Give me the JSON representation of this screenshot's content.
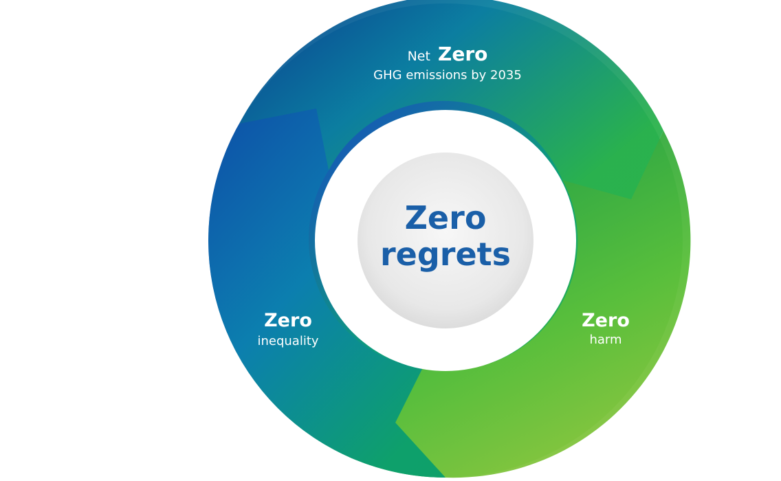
{
  "center": {
    "line1": "Zero",
    "line2": "regrets"
  },
  "segments": {
    "top": {
      "prefix": "Net",
      "title": "Zero",
      "subtitle": "GHG emissions by 2035"
    },
    "right": {
      "title": "Zero",
      "subtitle": "harm"
    },
    "left": {
      "title": "Zero",
      "subtitle": "inequality"
    }
  },
  "colors": {
    "dark_blue": "#0a3d8f",
    "mid_blue": "#1560b0",
    "teal": "#0d9f7a",
    "green": "#2bb24c",
    "light_green": "#8cc63f",
    "center_text": "#1a5fa8",
    "center_circle": "#e6e6e6"
  }
}
